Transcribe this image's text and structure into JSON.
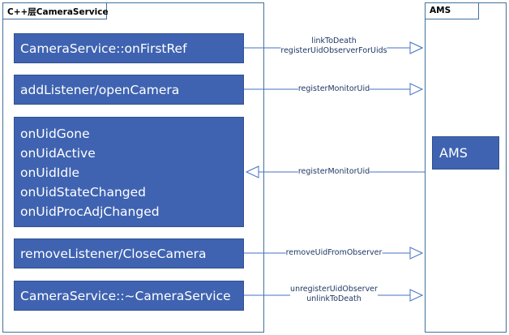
{
  "frames": {
    "left_title": "C++层CameraService",
    "right_title": "AMS"
  },
  "boxes": {
    "first_ref": "CameraService::onFirstRef",
    "add_listener": "addListener/openCamera",
    "callbacks": [
      "onUidGone",
      "onUidActive",
      "onUidIdle",
      "onUidStateChanged",
      "onUidProcAdjChanged"
    ],
    "remove_listener": "removeListener/CloseCamera",
    "destructor": "CameraService::~CameraService",
    "ams": "AMS"
  },
  "messages": {
    "m1_line1": "linkToDeath",
    "m1_line2": "registerUidObserverForUids",
    "m2": "registerMonitorUid",
    "m3": "registerMonitorUid",
    "m4": "removeUidFromObserver",
    "m5_line1": "unregisterUidObserver",
    "m5_line2": "unlinkToDeath"
  },
  "colors": {
    "box_fill": "#3f63b1",
    "box_border": "#2f528f",
    "frame_border": "#41719c",
    "arrow": "#4472c4"
  }
}
